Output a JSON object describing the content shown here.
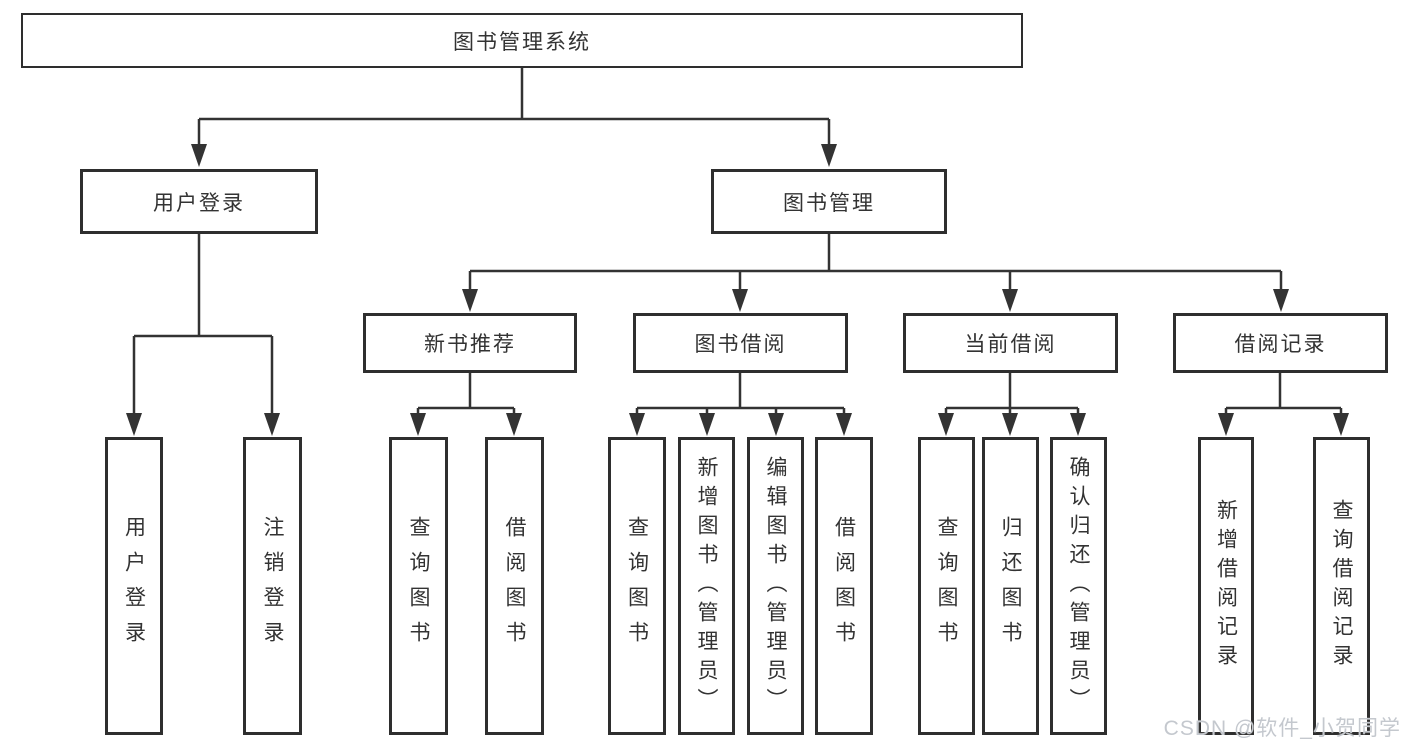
{
  "tree": {
    "root": {
      "label": "图书管理系统",
      "children": [
        {
          "label": "用户登录",
          "children": [
            {
              "label": "用户登录"
            },
            {
              "label": "注销登录"
            }
          ]
        },
        {
          "label": "图书管理",
          "children": [
            {
              "label": "新书推荐",
              "children": [
                {
                  "label": "查询图书"
                },
                {
                  "label": "借阅图书"
                }
              ]
            },
            {
              "label": "图书借阅",
              "children": [
                {
                  "label": "查询图书"
                },
                {
                  "label": "新增图书（管理员）"
                },
                {
                  "label": "编辑图书（管理员）"
                },
                {
                  "label": "借阅图书"
                }
              ]
            },
            {
              "label": "当前借阅",
              "children": [
                {
                  "label": "查询图书"
                },
                {
                  "label": "归还图书"
                },
                {
                  "label": "确认归还（管理员）"
                }
              ]
            },
            {
              "label": "借阅记录",
              "children": [
                {
                  "label": "新增借阅记录"
                },
                {
                  "label": "查询借阅记录"
                }
              ]
            }
          ]
        }
      ]
    }
  },
  "watermark": "CSDN @软件_小贺同学",
  "colors": {
    "line": "#333333",
    "box_border": "#2e2e2e",
    "text": "#333333",
    "watermark": "#c4c8ce",
    "background": "#ffffff"
  }
}
